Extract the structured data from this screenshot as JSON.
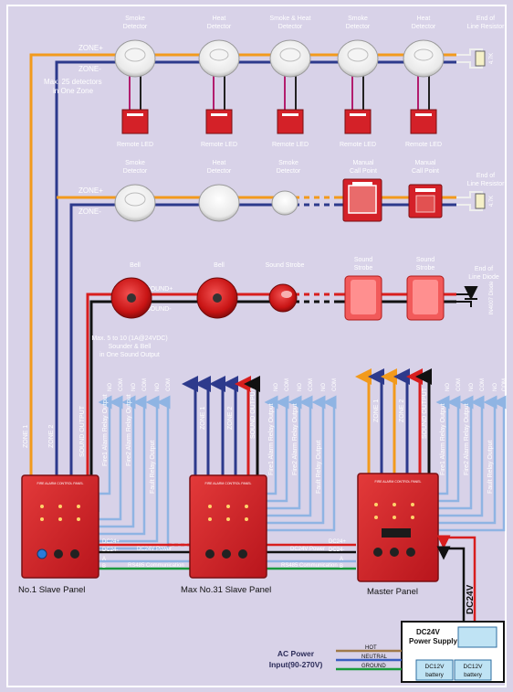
{
  "background": "#d8d2e8",
  "colors": {
    "orange": "#f29a1c",
    "navy": "#2d3a8c",
    "red": "#d81e1e",
    "black": "#111111",
    "lightblue": "#8fb4e3",
    "panel": "#d42128",
    "panel_dark": "#a5161b",
    "green": "#1a9a3c"
  },
  "row1": {
    "zone_plus": "ZONE+",
    "zone_minus": "ZONE-",
    "note_line1": "Max. 25 detectors",
    "note_line2": "in One Zone",
    "devices": [
      {
        "l1": "Smoke",
        "l2": "Detector",
        "led": "Remote LED"
      },
      {
        "l1": "Heat",
        "l2": "Detector",
        "led": "Remote LED"
      },
      {
        "l1": "Smoke & Heat",
        "l2": "Detector",
        "led": "Remote LED"
      },
      {
        "l1": "Smoke",
        "l2": "Detector",
        "led": "Remote LED"
      },
      {
        "l1": "Heat",
        "l2": "Detector",
        "led": "Remote LED"
      }
    ],
    "eol_l1": "End of",
    "eol_l2": "Line Resistor",
    "eol_value": "4.7K"
  },
  "row2": {
    "zone_plus": "ZONE+",
    "zone_minus": "ZONE-",
    "devices": [
      {
        "l1": "Smoke",
        "l2": "Detector"
      },
      {
        "l1": "Heat",
        "l2": "Detector"
      },
      {
        "l1": "Smoke",
        "l2": "Detector"
      },
      {
        "l1": "Manual",
        "l2": "Call Point"
      },
      {
        "l1": "Manual",
        "l2": "Call Point"
      }
    ],
    "eol_l1": "End of",
    "eol_l2": "Line Resistor",
    "eol_value": "4.7K"
  },
  "row3": {
    "sound_plus": "SOUND+",
    "sound_minus": "SOUND-",
    "note_line1": "Max. 5 to 10 (1A@24VDC)",
    "note_line2": "Sounder & Bell",
    "note_line3": "in One Sound Output",
    "devices": [
      {
        "l1": "Bell",
        "l2": ""
      },
      {
        "l1": "Bell",
        "l2": ""
      },
      {
        "l1": "Sound Strobe",
        "l2": ""
      },
      {
        "l1": "Sound",
        "l2": "Strobe"
      },
      {
        "l1": "Sound",
        "l2": "Strobe"
      }
    ],
    "eol_l1": "End of",
    "eol_l2": "Line Diode",
    "eol_value": "IN4007 Diode"
  },
  "terminals": {
    "no": "NO",
    "com": "COM"
  },
  "vertical_labels": {
    "zone1": "ZONE 1",
    "zone2": "ZONE 2",
    "sound_output": "SOUND OUTPUT",
    "fire1": "Fire1 Alarm Relay Output",
    "fire2": "Fire2 Alarm Relay Output",
    "fault": "Fault Relay Output",
    "dc24v": "DC24V"
  },
  "bus": {
    "dc24_plus": "DC24+",
    "dc24_minus": "DC24-",
    "a": "A",
    "b": "B",
    "power_label": "DC24V Power",
    "comm_label": "RS485 Communication"
  },
  "panels": {
    "slave1": "No.1 Slave Panel",
    "slave31": "Max No.31 Slave Panel",
    "master": "Master Panel",
    "panel_header": "FIRE ALARM CONTROL PANEL"
  },
  "power": {
    "ac_line1": "AC Power",
    "ac_line2": "Input(90-270V)",
    "hot": "HOT",
    "neutral": "NEUTRAL",
    "ground": "GROUND",
    "supply_l1": "DC24V",
    "supply_l2": "Power Supply",
    "battery_l1": "DC12V",
    "battery_l2": "battery"
  }
}
